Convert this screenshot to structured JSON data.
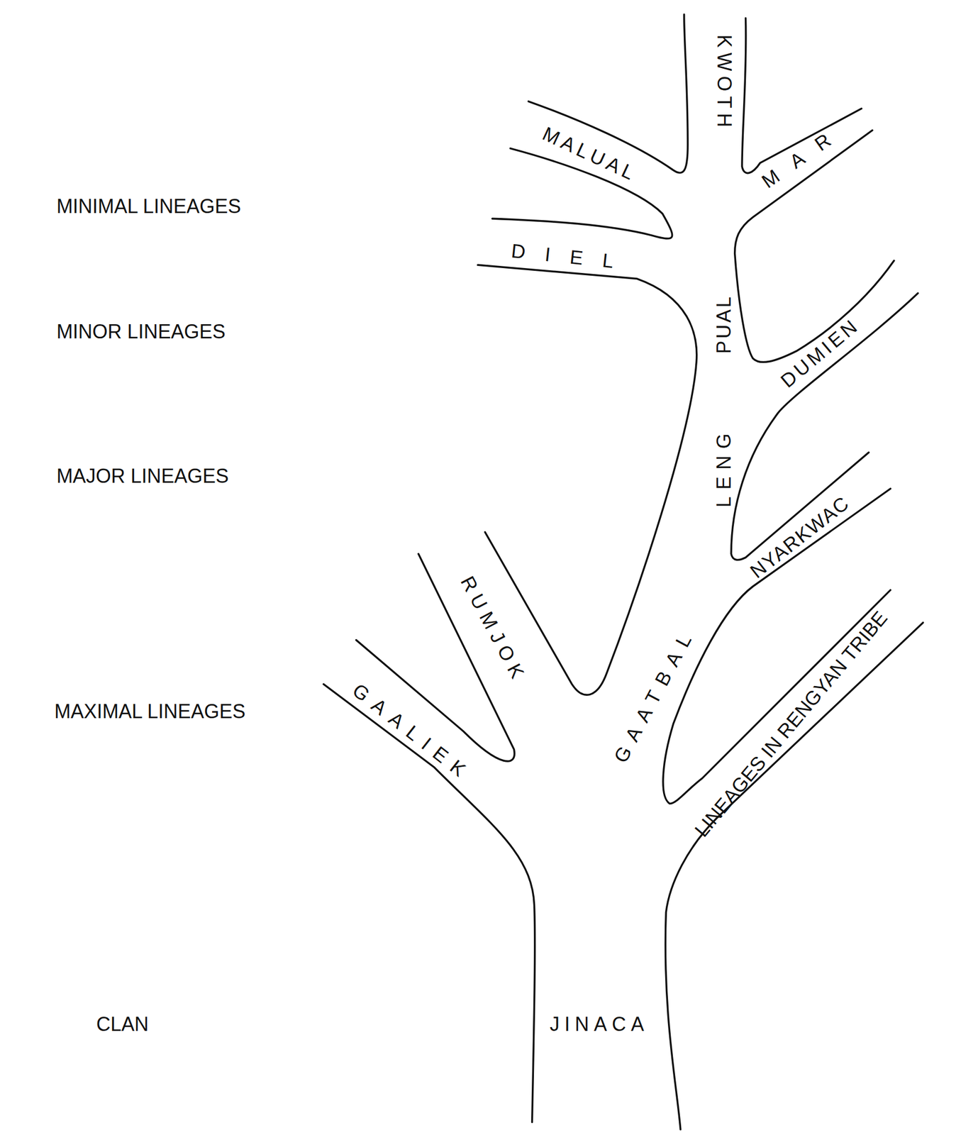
{
  "diagram": {
    "labels": [
      "KWOTH",
      "MAR",
      "MALUAL",
      "MINIMAL LINEAGES",
      "DIEL",
      "MINOR LINEAGES",
      "PUAL",
      "DUMIEN",
      "LENG",
      "MAJOR LINEAGES",
      "NYARKWAC",
      "RUMJOK",
      "GAATBAL",
      "MAXIMAL LINEAGES",
      "GAALIEK",
      "LINEAGES IN RENGYAN TRIBE",
      "CLAN",
      "JINACA"
    ]
  }
}
